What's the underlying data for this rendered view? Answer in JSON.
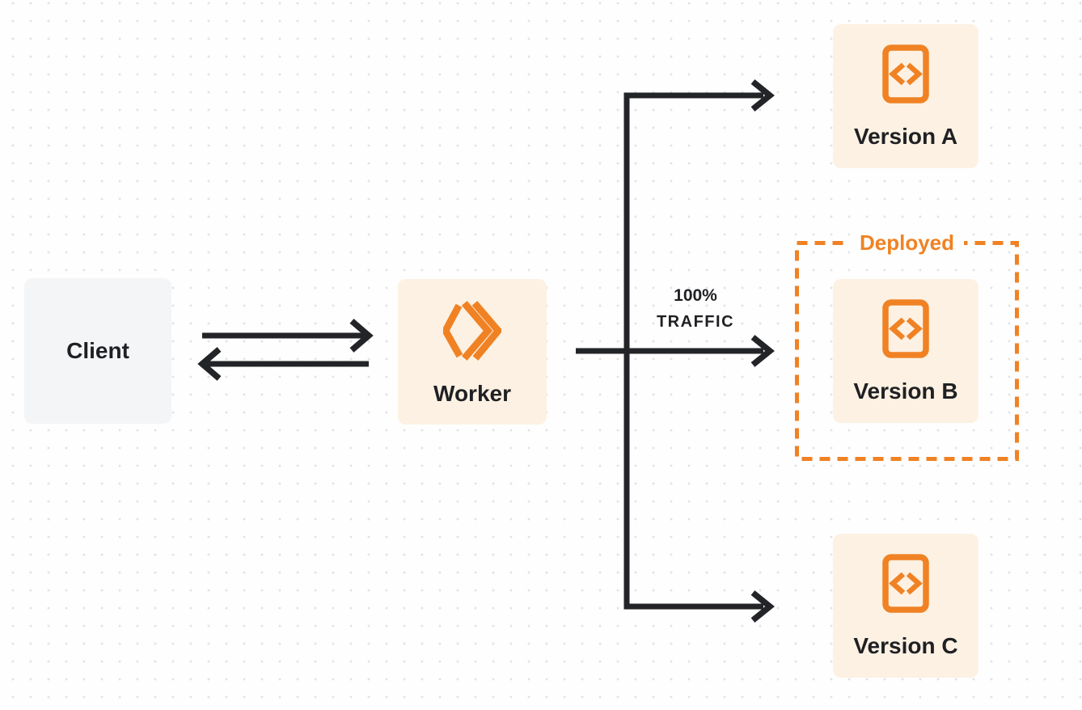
{
  "nodes": {
    "client": {
      "label": "Client"
    },
    "worker": {
      "label": "Worker"
    },
    "version_a": {
      "label": "Version A"
    },
    "version_b": {
      "label": "Version B"
    },
    "version_c": {
      "label": "Version C"
    }
  },
  "annotations": {
    "deployed_label": "Deployed",
    "traffic_percent": "100%",
    "traffic_word": "TRAFFIC"
  },
  "icons": {
    "worker_node": "workers-logo-icon",
    "version_nodes": "code-file-icon"
  },
  "colors": {
    "accent_orange": "#F08224",
    "cream_fill": "#FCF1E3",
    "gray_fill": "#F4F5F7",
    "ink": "#1F2023",
    "wire": "#232427",
    "background": "#FEFEFE",
    "dot": "#E3E3E4"
  }
}
